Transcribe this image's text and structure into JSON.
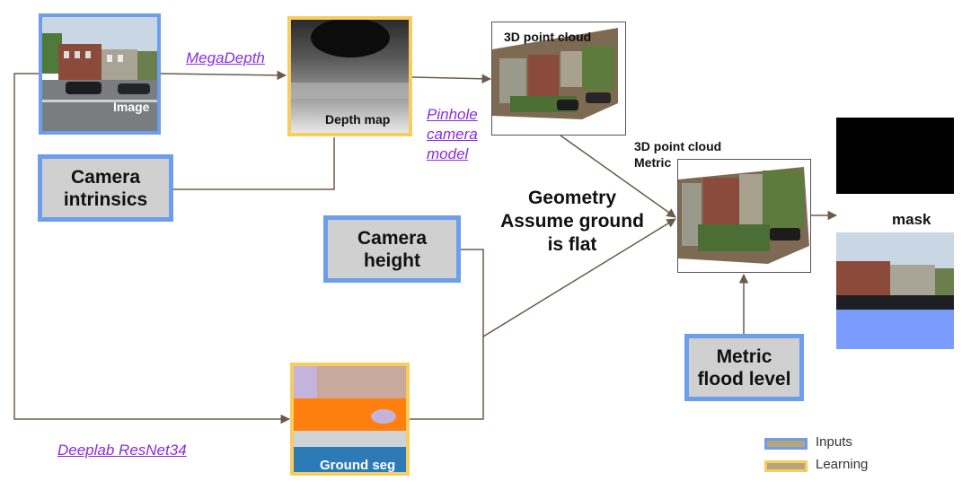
{
  "nodes": {
    "image": {
      "caption": "Image"
    },
    "depth_map": {
      "caption": "Depth map"
    },
    "point_cloud": {
      "caption": "3D point cloud"
    },
    "point_cloud_metric": {
      "caption": "3D point cloud\nMetric"
    },
    "camera_intrinsics": {
      "label": "Camera\nintrinsics"
    },
    "camera_height": {
      "label": "Camera\nheight"
    },
    "metric_flood_level": {
      "label": "Metric\nflood level"
    },
    "ground_seg": {
      "caption": "Ground seg"
    },
    "mask": {
      "caption": "mask"
    }
  },
  "edge_labels": {
    "megadepth": "MegaDepth",
    "pinhole": "Pinhole\ncamera\nmodel",
    "deeplab": "Deeplab ResNet34",
    "geometry": "Geometry\nAssume ground\nis flat"
  },
  "legend": {
    "inputs": "Inputs",
    "learning": "Learning"
  },
  "colors": {
    "input_border": "#6d9eeb",
    "learning_border": "#f6cd5e",
    "box_fill": "#d0d0d0",
    "link_text": "#8a2be2",
    "arrow": "#6b5b4a",
    "flood_blue": "#7a9cff"
  }
}
